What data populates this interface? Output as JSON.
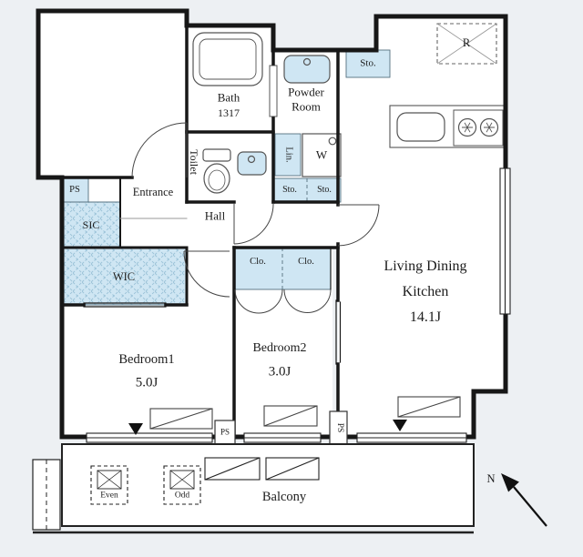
{
  "labels": {
    "bath": "Bath",
    "bath_size": "1317",
    "powder_1": "Powder",
    "powder_2": "Room",
    "toilet": "Toilet",
    "lin": "Lin.",
    "washer": "W",
    "sto_top": "Sto.",
    "sto_a": "Sto.",
    "sto_b": "Sto.",
    "fridge": "R",
    "ps_entry": "PS",
    "ps_mid": "PS",
    "ps_right": "PS",
    "sic": "SIC",
    "wic": "WIC",
    "entrance": "Entrance",
    "hall": "Hall",
    "clo_a": "Clo.",
    "clo_b": "Clo.",
    "ldk_1": "Living Dining",
    "ldk_2": "Kitchen",
    "ldk_size": "14.1J",
    "bedroom1": "Bedroom1",
    "bedroom1_size": "5.0J",
    "bedroom2": "Bedroom2",
    "bedroom2_size": "3.0J",
    "balcony": "Balcony",
    "hatch_even": "Even",
    "hatch_odd": "Odd",
    "compass_n": "N"
  },
  "colors": {
    "storage_fill": "#cfe6f3",
    "wall": "#171717",
    "background": "#edf0f3",
    "floor": "#ffffff"
  }
}
